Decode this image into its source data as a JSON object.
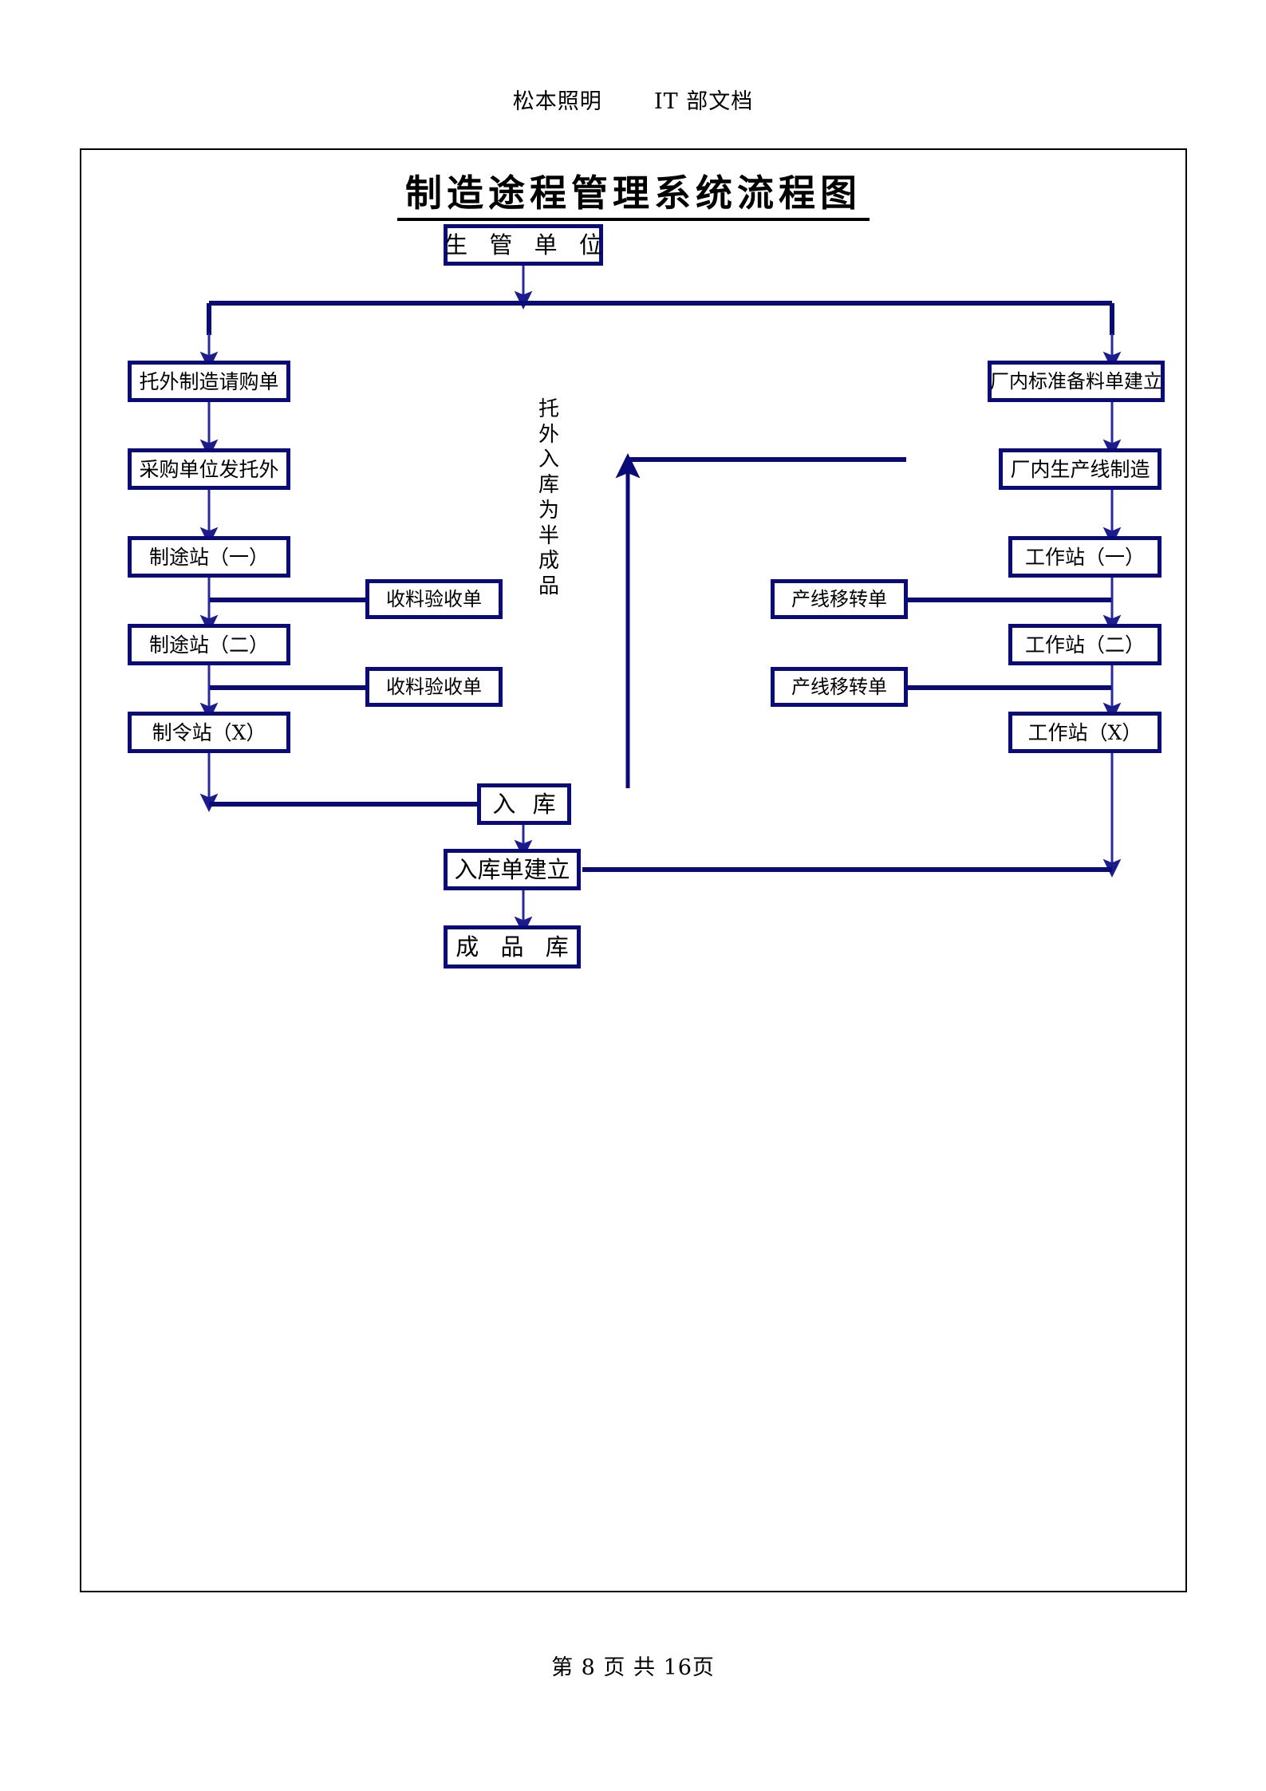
{
  "document": {
    "header_left": "松本照明",
    "header_right": "IT 部文档",
    "footer": "第 8 页 共 16页"
  },
  "chart_title": "制造途程管理系统流程图",
  "colors": {
    "box_border": "#0a0a78",
    "connector": "#0a0a78",
    "thin_connector": "#2a2a9c",
    "text": "#000000",
    "page_border": "#000000"
  },
  "nodes": {
    "root": "生 管 单 位",
    "left": {
      "purchase_request": "托外制造请购单",
      "purchase_issue": "采购单位发托外",
      "station_1": "制途站（一）",
      "station_2": "制途站（二）",
      "station_x": "制令站（X）",
      "receipt_1": "收料验收单",
      "receipt_2": "收料验收单"
    },
    "center": {
      "vertical_note": "托外入库为半成品",
      "warehouse_in": "入 库",
      "warehouse_doc": "入库单建立",
      "finished_goods": "成 品 库"
    },
    "right": {
      "bom_setup": "厂内标准备料单建立",
      "production_line": "厂内生产线制造",
      "workstation_1": "工作站（一）",
      "workstation_2": "工作站（二）",
      "workstation_x": "工作站（X）",
      "transfer_1": "产线移转单",
      "transfer_2": "产线移转单"
    }
  },
  "edges": [
    {
      "from": "root",
      "to": "split-bar"
    },
    {
      "from": "split-bar",
      "to": "purchase_request"
    },
    {
      "from": "split-bar",
      "to": "bom_setup"
    },
    {
      "from": "purchase_request",
      "to": "purchase_issue"
    },
    {
      "from": "purchase_issue",
      "to": "station_1"
    },
    {
      "from": "station_1",
      "to": "station_2"
    },
    {
      "from": "station_2",
      "to": "station_x"
    },
    {
      "from": "receipt_1",
      "to": "station_1-station_2-link"
    },
    {
      "from": "receipt_2",
      "to": "station_2-station_x-link"
    },
    {
      "from": "station_x",
      "to": "warehouse_in"
    },
    {
      "from": "bom_setup",
      "to": "production_line"
    },
    {
      "from": "production_line",
      "to": "workstation_1"
    },
    {
      "from": "workstation_1",
      "to": "workstation_2"
    },
    {
      "from": "workstation_2",
      "to": "workstation_x"
    },
    {
      "from": "transfer_1",
      "to": "workstation_1-workstation_2-link"
    },
    {
      "from": "transfer_2",
      "to": "workstation_2-workstation_x-link"
    },
    {
      "from": "workstation_x",
      "to": "warehouse_doc"
    },
    {
      "from": "warehouse_in",
      "to": "production_line",
      "note": "托外入库为半成品"
    },
    {
      "from": "warehouse_in",
      "to": "warehouse_doc"
    },
    {
      "from": "warehouse_doc",
      "to": "finished_goods"
    }
  ]
}
